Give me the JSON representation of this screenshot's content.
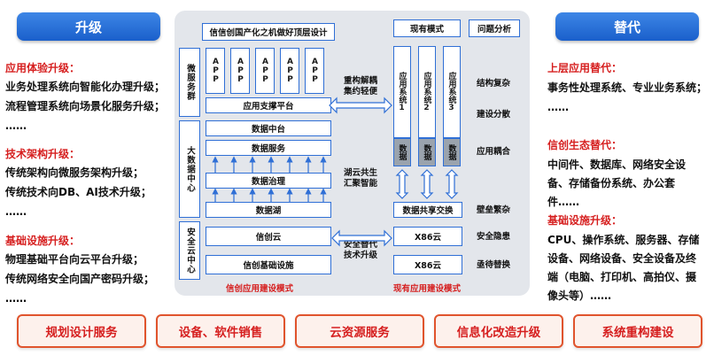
{
  "left": {
    "badge": "升级",
    "sections": [
      {
        "title": "应用体验升级：",
        "lines": [
          "业务处理系统向智能化办理升级；",
          "流程管理系统向场景化服务升级；",
          "……"
        ]
      },
      {
        "title": "技术架构升级：",
        "lines": [
          "传统架构向微服务架构升级；",
          "传统技术向DB、AI技术升级；",
          "……"
        ]
      },
      {
        "title": "基础设施升级：",
        "lines": [
          "物理基础平台向云平台升级；",
          "传统网络安全向国产密码升级；",
          "……"
        ]
      }
    ]
  },
  "right": {
    "badge": "替代",
    "sections": [
      {
        "title": "上层应用替代：",
        "lines": [
          "事务性处理系统、专业业务系统；",
          "……"
        ]
      },
      {
        "title": "信创生态替代：",
        "lines": [
          "中间件、数据库、网络安全设备、存储备份系统、办公套件……"
        ]
      },
      {
        "title": "基础设施升级：",
        "lines": [
          "CPU、操作系统、服务器、存储设备、网络设备、安全设备及终端（电脑、打印机、高拍仪、摄像头等）……"
        ]
      }
    ]
  },
  "center": {
    "top_title": "信信创国产化之机做好顶层设计",
    "existing_mode": "现有模式",
    "problem_analysis": "问题分析",
    "left_vertical": {
      "micro": "微服务群",
      "bigdata": "大数据中心",
      "security": "安全云中心"
    },
    "app_label": "APP",
    "layers": {
      "support": "应用支撑平台",
      "datacenter": "数据中台",
      "dataservice": "数据服务",
      "governance": "数据治理",
      "lake": "数据湖",
      "cloud": "信创云",
      "infra": "信创基础设施"
    },
    "mid_labels": {
      "refactor": [
        "重构解耦",
        "集约轻便"
      ],
      "lake_share": [
        "湖云共生",
        "汇聚智能"
      ],
      "secure_replace": [
        "安全替代",
        "技术升级"
      ]
    },
    "app_systems": [
      "应用系统1",
      "应用系统2",
      "应用系统3"
    ],
    "data_label": "数据",
    "share": "数据共享交换",
    "x86_top": "X86云",
    "x86_bottom": "X86云",
    "problems": [
      "结构复杂",
      "建设分散",
      "应用耦合",
      "壁垒繁杂",
      "安全隐患",
      "亟待替换"
    ],
    "bottom_left": "信创应用建设模式",
    "bottom_right": "现有应用建设模式"
  },
  "services": [
    "规划设计服务",
    "设备、软件销售",
    "云资源服务",
    "信息化改造升级",
    "系统重构建设"
  ],
  "colors": {
    "accent": "#2f6fd6",
    "red": "#d61f1f",
    "service_border": "#e0542d"
  }
}
